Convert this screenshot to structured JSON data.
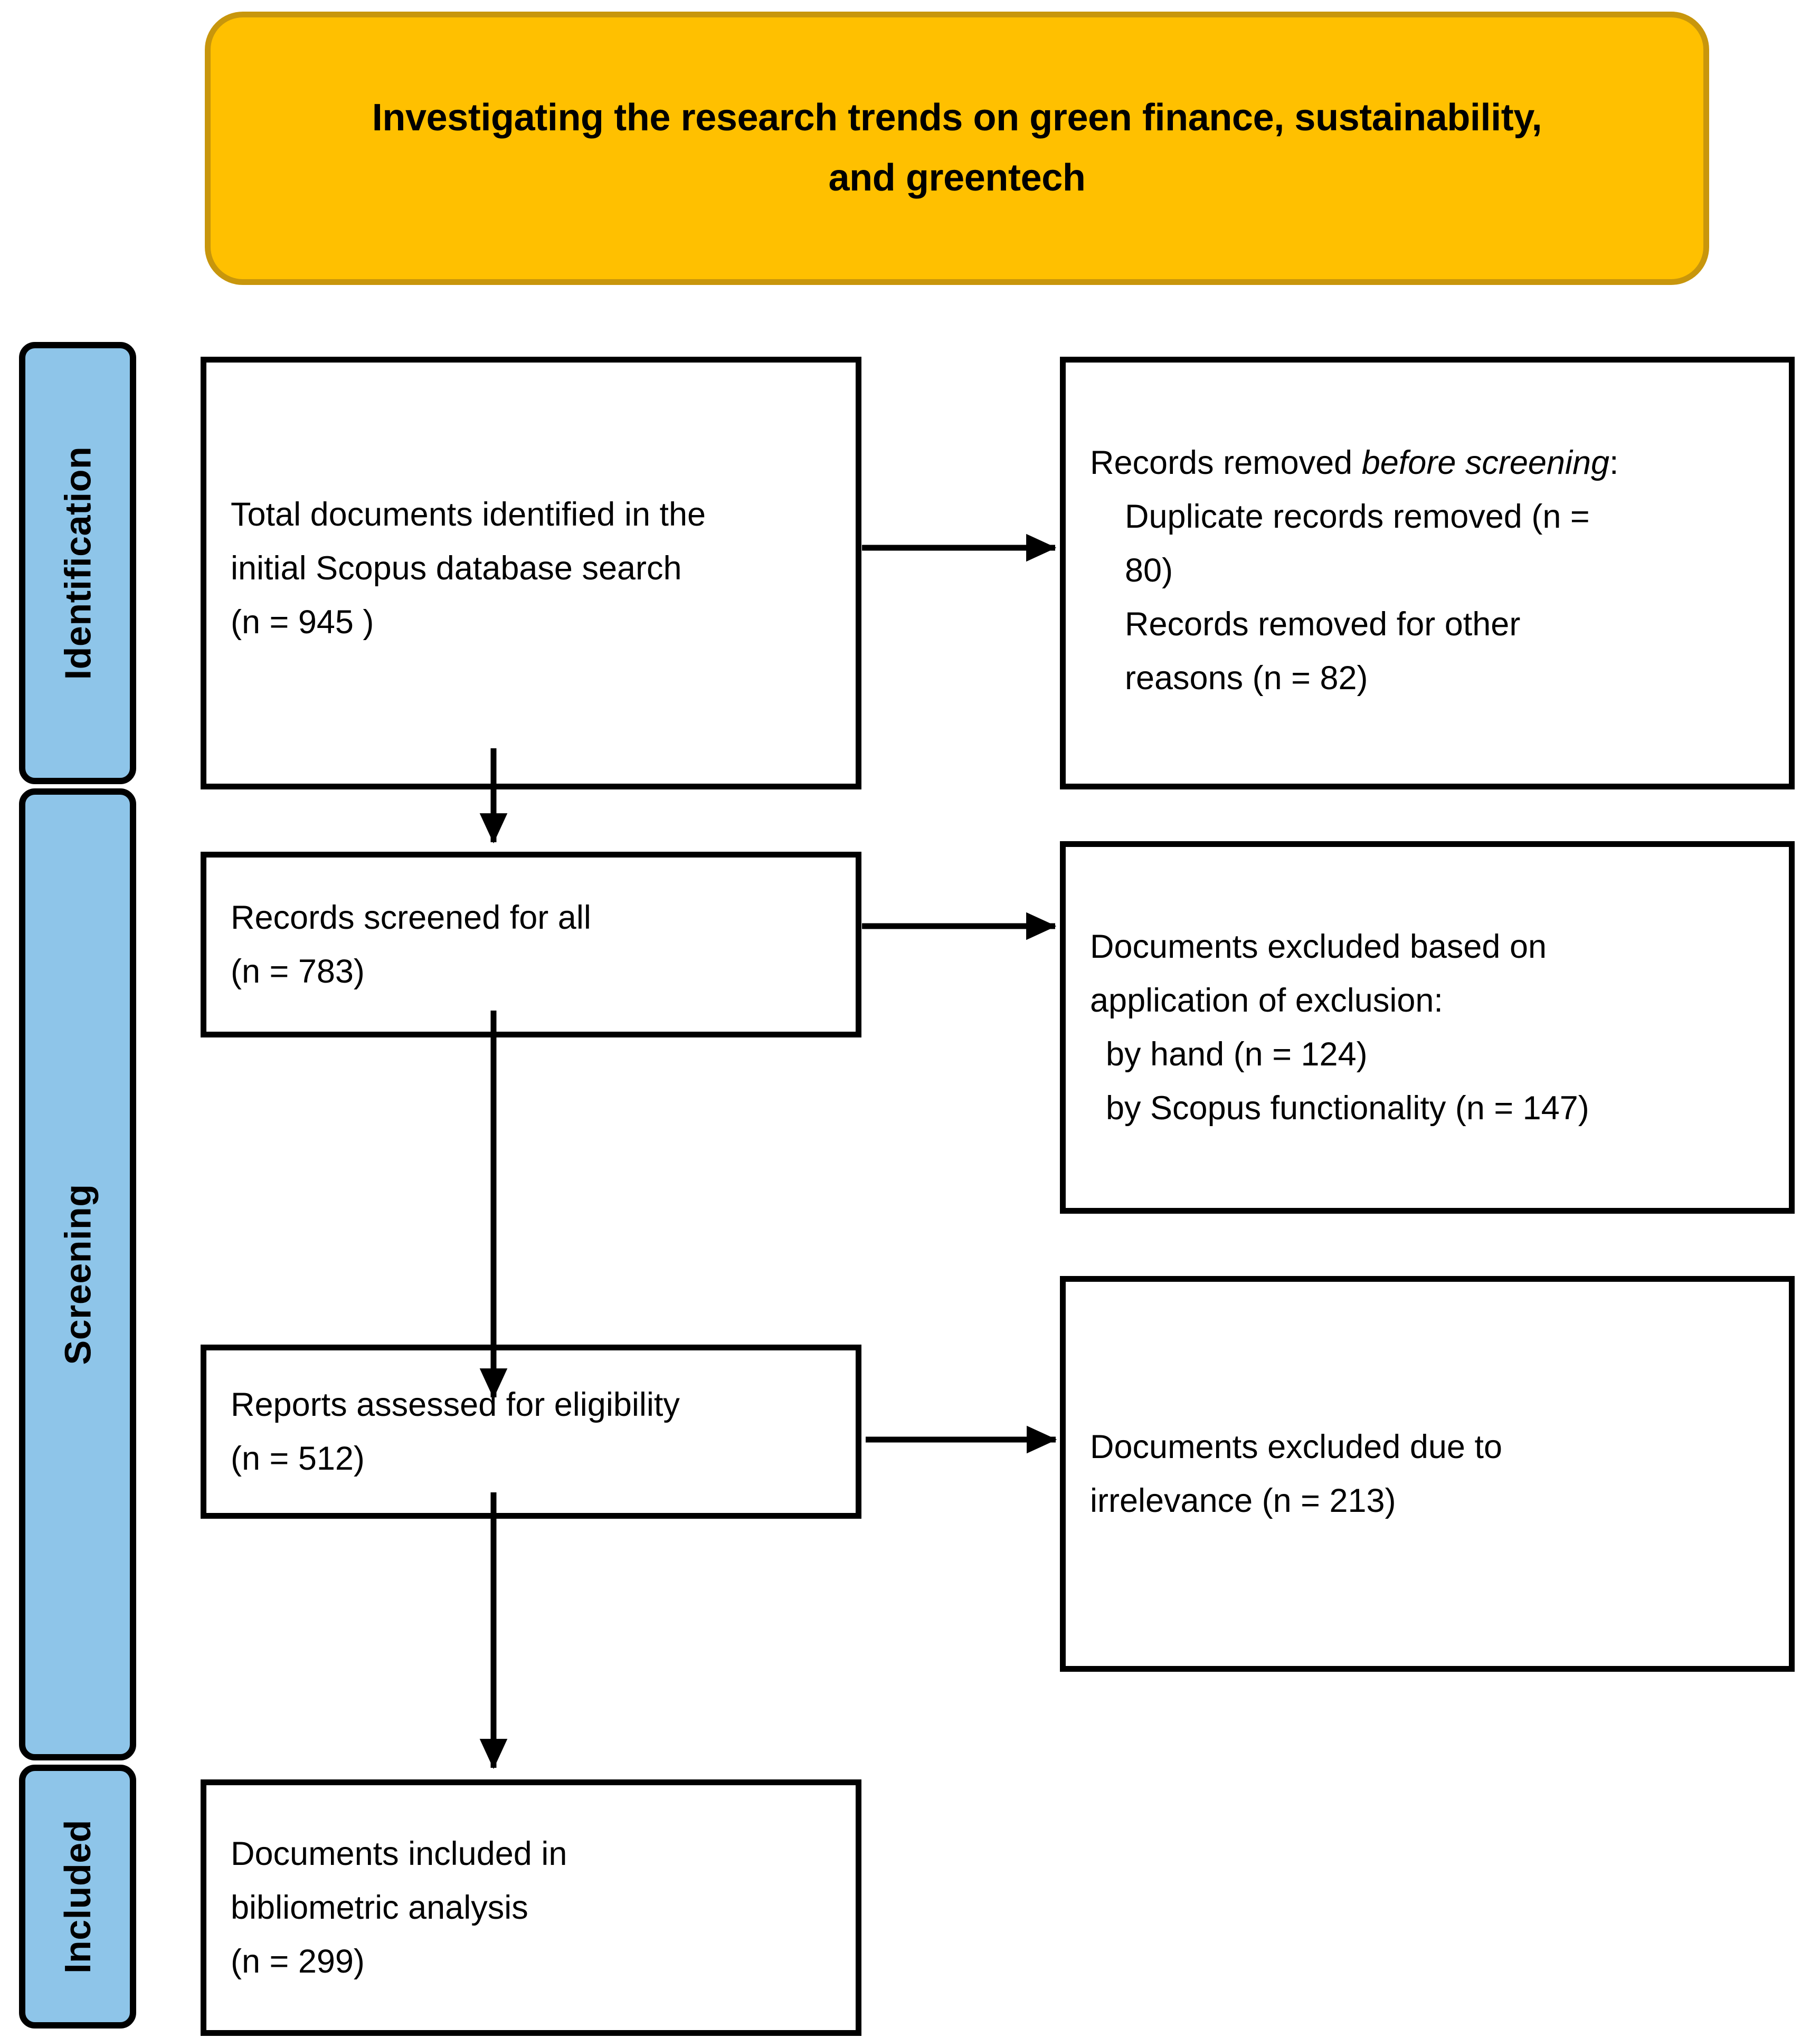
{
  "title": {
    "text": "Investigating the research trends on green finance, sustainability, and greentech",
    "banner_fill": "#FFC000",
    "banner_border": "#C8960C"
  },
  "stages": [
    {
      "id": "identification",
      "label": "Identification",
      "fill": "#8EC5E9"
    },
    {
      "id": "screening",
      "label": "Screening",
      "fill": "#8EC5E9"
    },
    {
      "id": "included",
      "label": "Included",
      "fill": "#8EC5E9"
    }
  ],
  "boxes": {
    "identified": {
      "line1": "Total documents identified in  the",
      "line2": "initial Scopus database search",
      "line3": "(n = 945 )",
      "count": 945
    },
    "removed_before_screening": {
      "heading_prefix": "Records removed ",
      "heading_italic": "before screening",
      "heading_suffix": ":",
      "item1_line1": "Duplicate records removed (n =",
      "item1_line2": "80)",
      "item2_line1": "Records removed for other",
      "item2_line2": "reasons (n = 82)",
      "duplicates": 80,
      "other_reasons": 82
    },
    "screened": {
      "line1": "Records screened for all",
      "line2": "(n = 783)",
      "count": 783
    },
    "excluded_application": {
      "line1": "Documents excluded based on",
      "line2": "application of exclusion:",
      "item1": "by hand (n = 124)",
      "item2": "by Scopus functionality (n = 147)",
      "by_hand": 124,
      "by_scopus": 147
    },
    "eligibility": {
      "line1": "Reports assessed for eligibility",
      "line2": "(n = 512)",
      "count": 512
    },
    "excluded_irrelevance": {
      "line1": "Documents excluded due to",
      "line2": "irrelevance (n = 213)",
      "count": 213
    },
    "included": {
      "line1": "Documents included in",
      "line2": "bibliometric analysis",
      "line3": "(n = 299)",
      "count": 299
    }
  },
  "flow": {
    "arrow_color": "#000000",
    "edges": [
      {
        "from": "identified",
        "to": "removed_before_screening",
        "direction": "right"
      },
      {
        "from": "identified",
        "to": "screened",
        "direction": "down"
      },
      {
        "from": "screened",
        "to": "excluded_application",
        "direction": "right"
      },
      {
        "from": "screened",
        "to": "eligibility",
        "direction": "down"
      },
      {
        "from": "eligibility",
        "to": "excluded_irrelevance",
        "direction": "right"
      },
      {
        "from": "eligibility",
        "to": "included",
        "direction": "down"
      }
    ]
  }
}
